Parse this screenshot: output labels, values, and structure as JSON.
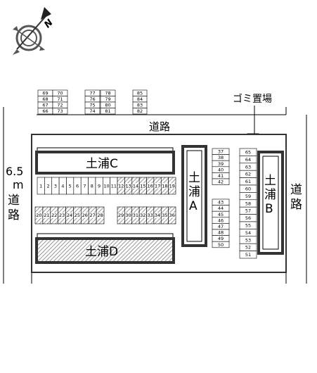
{
  "compass": {
    "north_label": "N",
    "icon": "compass-rose-icon"
  },
  "labels": {
    "garbage": "ゴミ置場",
    "road_top": "道路",
    "road_left_width": "6.5",
    "road_left_unit": "m",
    "road_left_1": "道",
    "road_left_2": "路",
    "road_right_1": "道",
    "road_right_2": "路"
  },
  "buildings": {
    "c": "土浦C",
    "d": "土浦D",
    "a": [
      "土",
      "浦",
      "A"
    ],
    "b": [
      "土",
      "浦",
      "B"
    ]
  },
  "spaces": {
    "top_grid": [
      [
        "69",
        "70",
        "77",
        "78",
        "85"
      ],
      [
        "68",
        "71",
        "76",
        "79",
        "84"
      ],
      [
        "67",
        "72",
        "75",
        "80",
        "83"
      ],
      [
        "66",
        "73",
        "74",
        "81",
        "82"
      ]
    ],
    "row_c": [
      "1",
      "2",
      "3",
      "4",
      "5",
      "6",
      "7",
      "8",
      "9",
      "10",
      "11",
      "12",
      "13",
      "14",
      "15",
      "16",
      "17",
      "18",
      "19"
    ],
    "row_mid_left": [
      "20",
      "21",
      "22",
      "23",
      "24",
      "25",
      "26",
      "27",
      "28"
    ],
    "row_mid_right": [
      "29",
      "30",
      "31",
      "32",
      "33",
      "34",
      "35",
      "36"
    ],
    "col_a_top": [
      "37",
      "38",
      "39",
      "40",
      "41",
      "42"
    ],
    "col_a_bottom": [
      "43",
      "44",
      "45",
      "46",
      "47",
      "48",
      "49",
      "50"
    ],
    "col_b_left": [
      "65",
      "64",
      "63",
      "62",
      "61",
      "60",
      "59",
      "58",
      "57",
      "56",
      "55",
      "54",
      "53",
      "52",
      "51"
    ]
  },
  "colors": {
    "line": "#000000",
    "hatch": "#9a9a9a",
    "building_fill": "#ffffff",
    "lot_border": "#333333"
  }
}
